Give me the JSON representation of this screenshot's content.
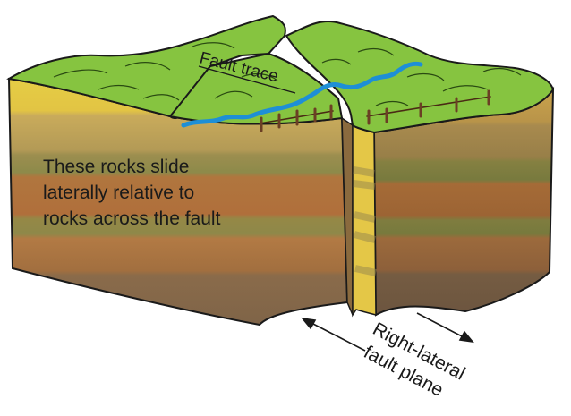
{
  "diagram": {
    "labels": {
      "fault_trace": "Fault trace",
      "rocks_line1": "These rocks slide",
      "rocks_line2": "laterally relative to",
      "rocks_line3": "rocks across the fault",
      "plane_line1": "Right-lateral",
      "plane_line2": "fault plane"
    },
    "colors": {
      "grass": "#86c440",
      "grass_dark": "#5e9a2a",
      "stream": "#1e8fd6",
      "fence": "#6b3f24",
      "outline": "#1a1a1a",
      "strata": [
        "#e7cf45",
        "#c5a85a",
        "#a98d4e",
        "#9b8a4d",
        "#8c8748",
        "#a5743d",
        "#b06f3b",
        "#996a44",
        "#8d6a4a"
      ]
    }
  }
}
